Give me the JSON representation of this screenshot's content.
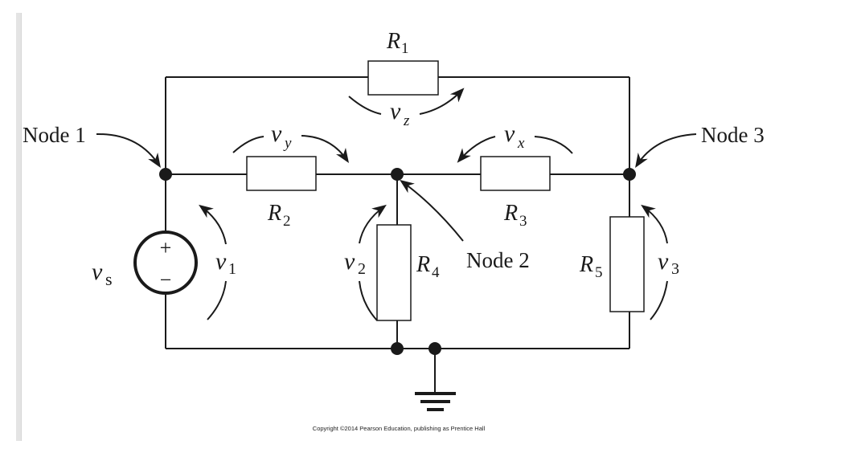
{
  "diagram": {
    "type": "circuit-schematic",
    "nodes": [
      {
        "id": "node1",
        "label": "Node 1"
      },
      {
        "id": "node2",
        "label": "Node 2"
      },
      {
        "id": "node3",
        "label": "Node 3"
      }
    ],
    "components": {
      "r1": {
        "name": "R",
        "sub": "1"
      },
      "r2": {
        "name": "R",
        "sub": "2"
      },
      "r3": {
        "name": "R",
        "sub": "3"
      },
      "r4": {
        "name": "R",
        "sub": "4"
      },
      "r5": {
        "name": "R",
        "sub": "5"
      },
      "vs": {
        "name": "v",
        "sub": "s",
        "plus": "+",
        "minus": "−"
      }
    },
    "voltages": {
      "vz": {
        "name": "v",
        "sub": "z"
      },
      "vy": {
        "name": "v",
        "sub": "y"
      },
      "vx": {
        "name": "v",
        "sub": "x"
      },
      "v1": {
        "name": "v",
        "sub": "1"
      },
      "v2": {
        "name": "v",
        "sub": "2"
      },
      "v3": {
        "name": "v",
        "sub": "3"
      }
    },
    "ground": "ground",
    "copyright": "Copyright ©2014 Pearson Education, publishing as Prentice Hall"
  },
  "colors": {
    "wire": "#1a1a1a",
    "sidebar": "#e4e4e4",
    "background": "#ffffff"
  }
}
